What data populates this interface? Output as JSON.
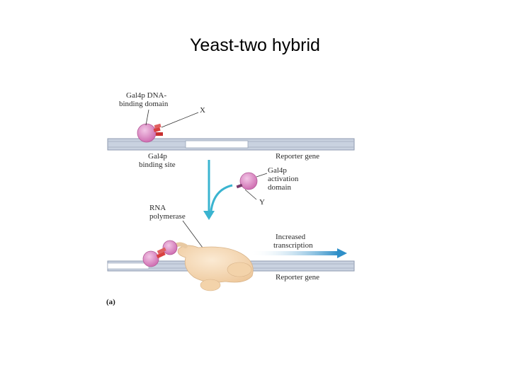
{
  "slide": {
    "title": "Yeast-two hybrid"
  },
  "figure": {
    "panel_label": "(a)",
    "labels": {
      "dbd_line1": "Gal4p DNA-",
      "dbd_line2": "binding domain",
      "x": "X",
      "reporter_top": "Reporter gene",
      "site_line1": "Gal4p",
      "site_line2": "binding site",
      "ad_line1": "Gal4p",
      "ad_line2": "activation",
      "ad_line3": "domain",
      "y": "Y",
      "rnap_line1": "RNA",
      "rnap_line2": "polymerase",
      "tx_line1": "Increased",
      "tx_line2": "transcription",
      "reporter_bottom": "Reporter gene"
    },
    "colors": {
      "dna_outline": "#8f9bb0",
      "dna_fill": "#c9d2e0",
      "dna_gap": "#ffffff",
      "domain_pink": "#d98cc4",
      "x_red": "#d94040",
      "arrow_cyan": "#3ab4d0",
      "polymerase": "#f6dcb8",
      "tx_arrow": "#3a9ad0"
    }
  }
}
